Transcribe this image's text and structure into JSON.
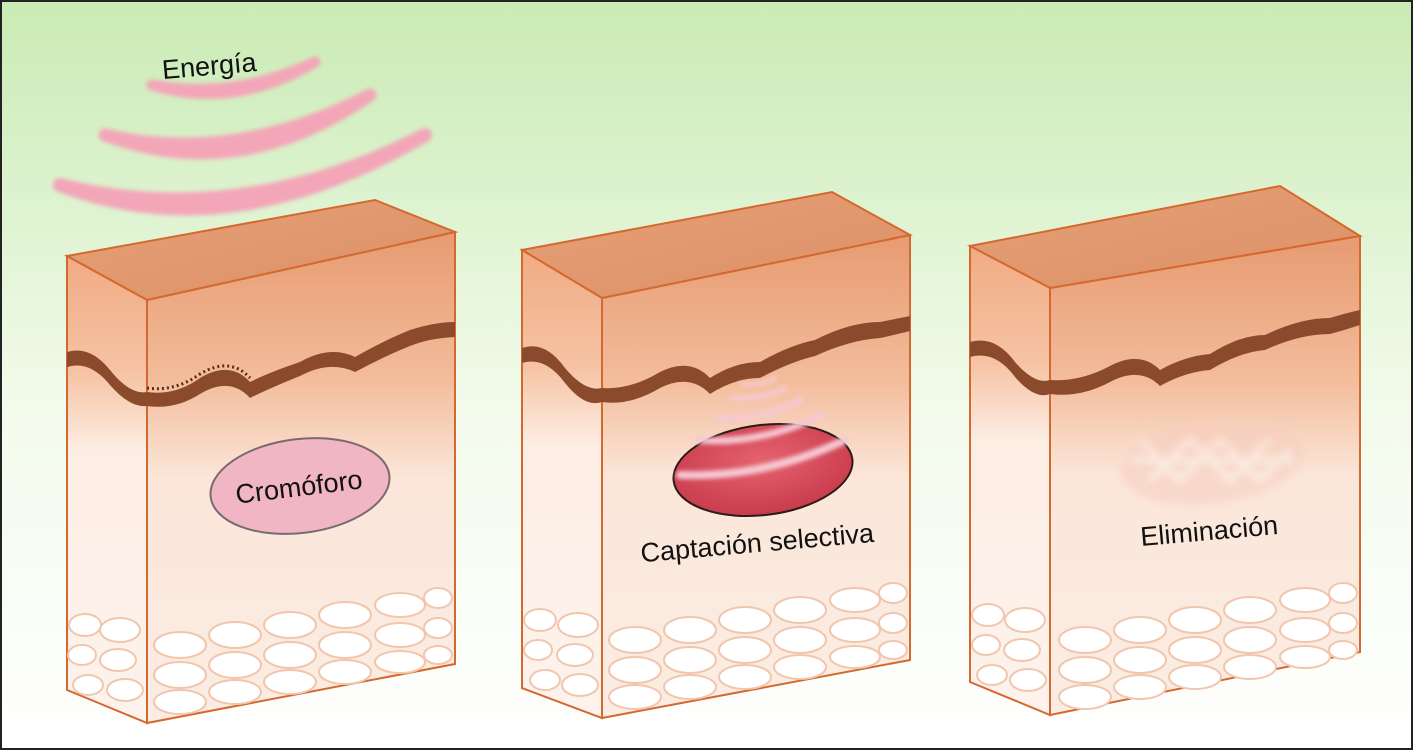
{
  "labels": {
    "energy": "Energía",
    "chromophore": "Cromóforo",
    "selective_uptake": "Captación selectiva",
    "elimination": "Eliminación"
  },
  "colors": {
    "background_top": "#c9ebb4",
    "background_bottom": "#ffffff",
    "epidermis_top": "#e29b72",
    "epidermis_front": "#f0b08a",
    "dermis": "#fdf1ea",
    "pigment_layer": "#8b4a2c",
    "box_outline": "#d4692f",
    "energy_wave": "#f3a6b8",
    "chromophore_fill": "#f1b6c3",
    "absorbed_chromophore": "#d9505d",
    "fat_cells": "#ffffff"
  },
  "panels": [
    {
      "id": "panel-1",
      "stage": "chromophore"
    },
    {
      "id": "panel-2",
      "stage": "selective-uptake"
    },
    {
      "id": "panel-3",
      "stage": "elimination"
    }
  ]
}
